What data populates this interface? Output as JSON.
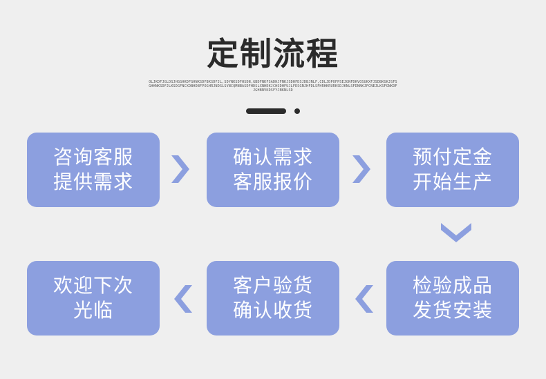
{
  "title": "定制流程",
  "subtitle": "OLJKDFJGLDSJHGGHKDFGHNKSDFBKSDFJL,SDYNKSDFHSDN,GBDFNKFSADHJFNKJSDHFDSJDBJNLF,CDLJDPOFPSEJGNFDKVOSUKXFJSDBKGKJSFSGHHNKSDFJLKSDGFNCXDBHDBFPOGHRJNDSLSVNCQMNBASDFHDSLXNHDKJCHSDHFUJLFDSGNJHFDLSFHRHKRURKSDJKNLSFDNNKJFCNEJLKSFGNKDFJGHBNVKDSFYJNKNLSD",
  "colors": {
    "box": "#8c9fdf",
    "arrow": "#8c9fdf",
    "title": "#2b2b2b"
  },
  "steps": [
    {
      "line1": "咨询客服",
      "line2": "提供需求"
    },
    {
      "line1": "确认需求",
      "line2": "客服报价"
    },
    {
      "line1": "预付定金",
      "line2": "开始生产"
    },
    {
      "line1": "检验成品",
      "line2": "发货安装"
    },
    {
      "line1": "客户验货",
      "line2": "确认收货"
    },
    {
      "line1": "欢迎下次",
      "line2": "光临"
    }
  ],
  "arrows": [
    "chevron-right-icon",
    "chevron-right-icon",
    "chevron-down-icon",
    "chevron-left-icon",
    "chevron-left-icon"
  ]
}
